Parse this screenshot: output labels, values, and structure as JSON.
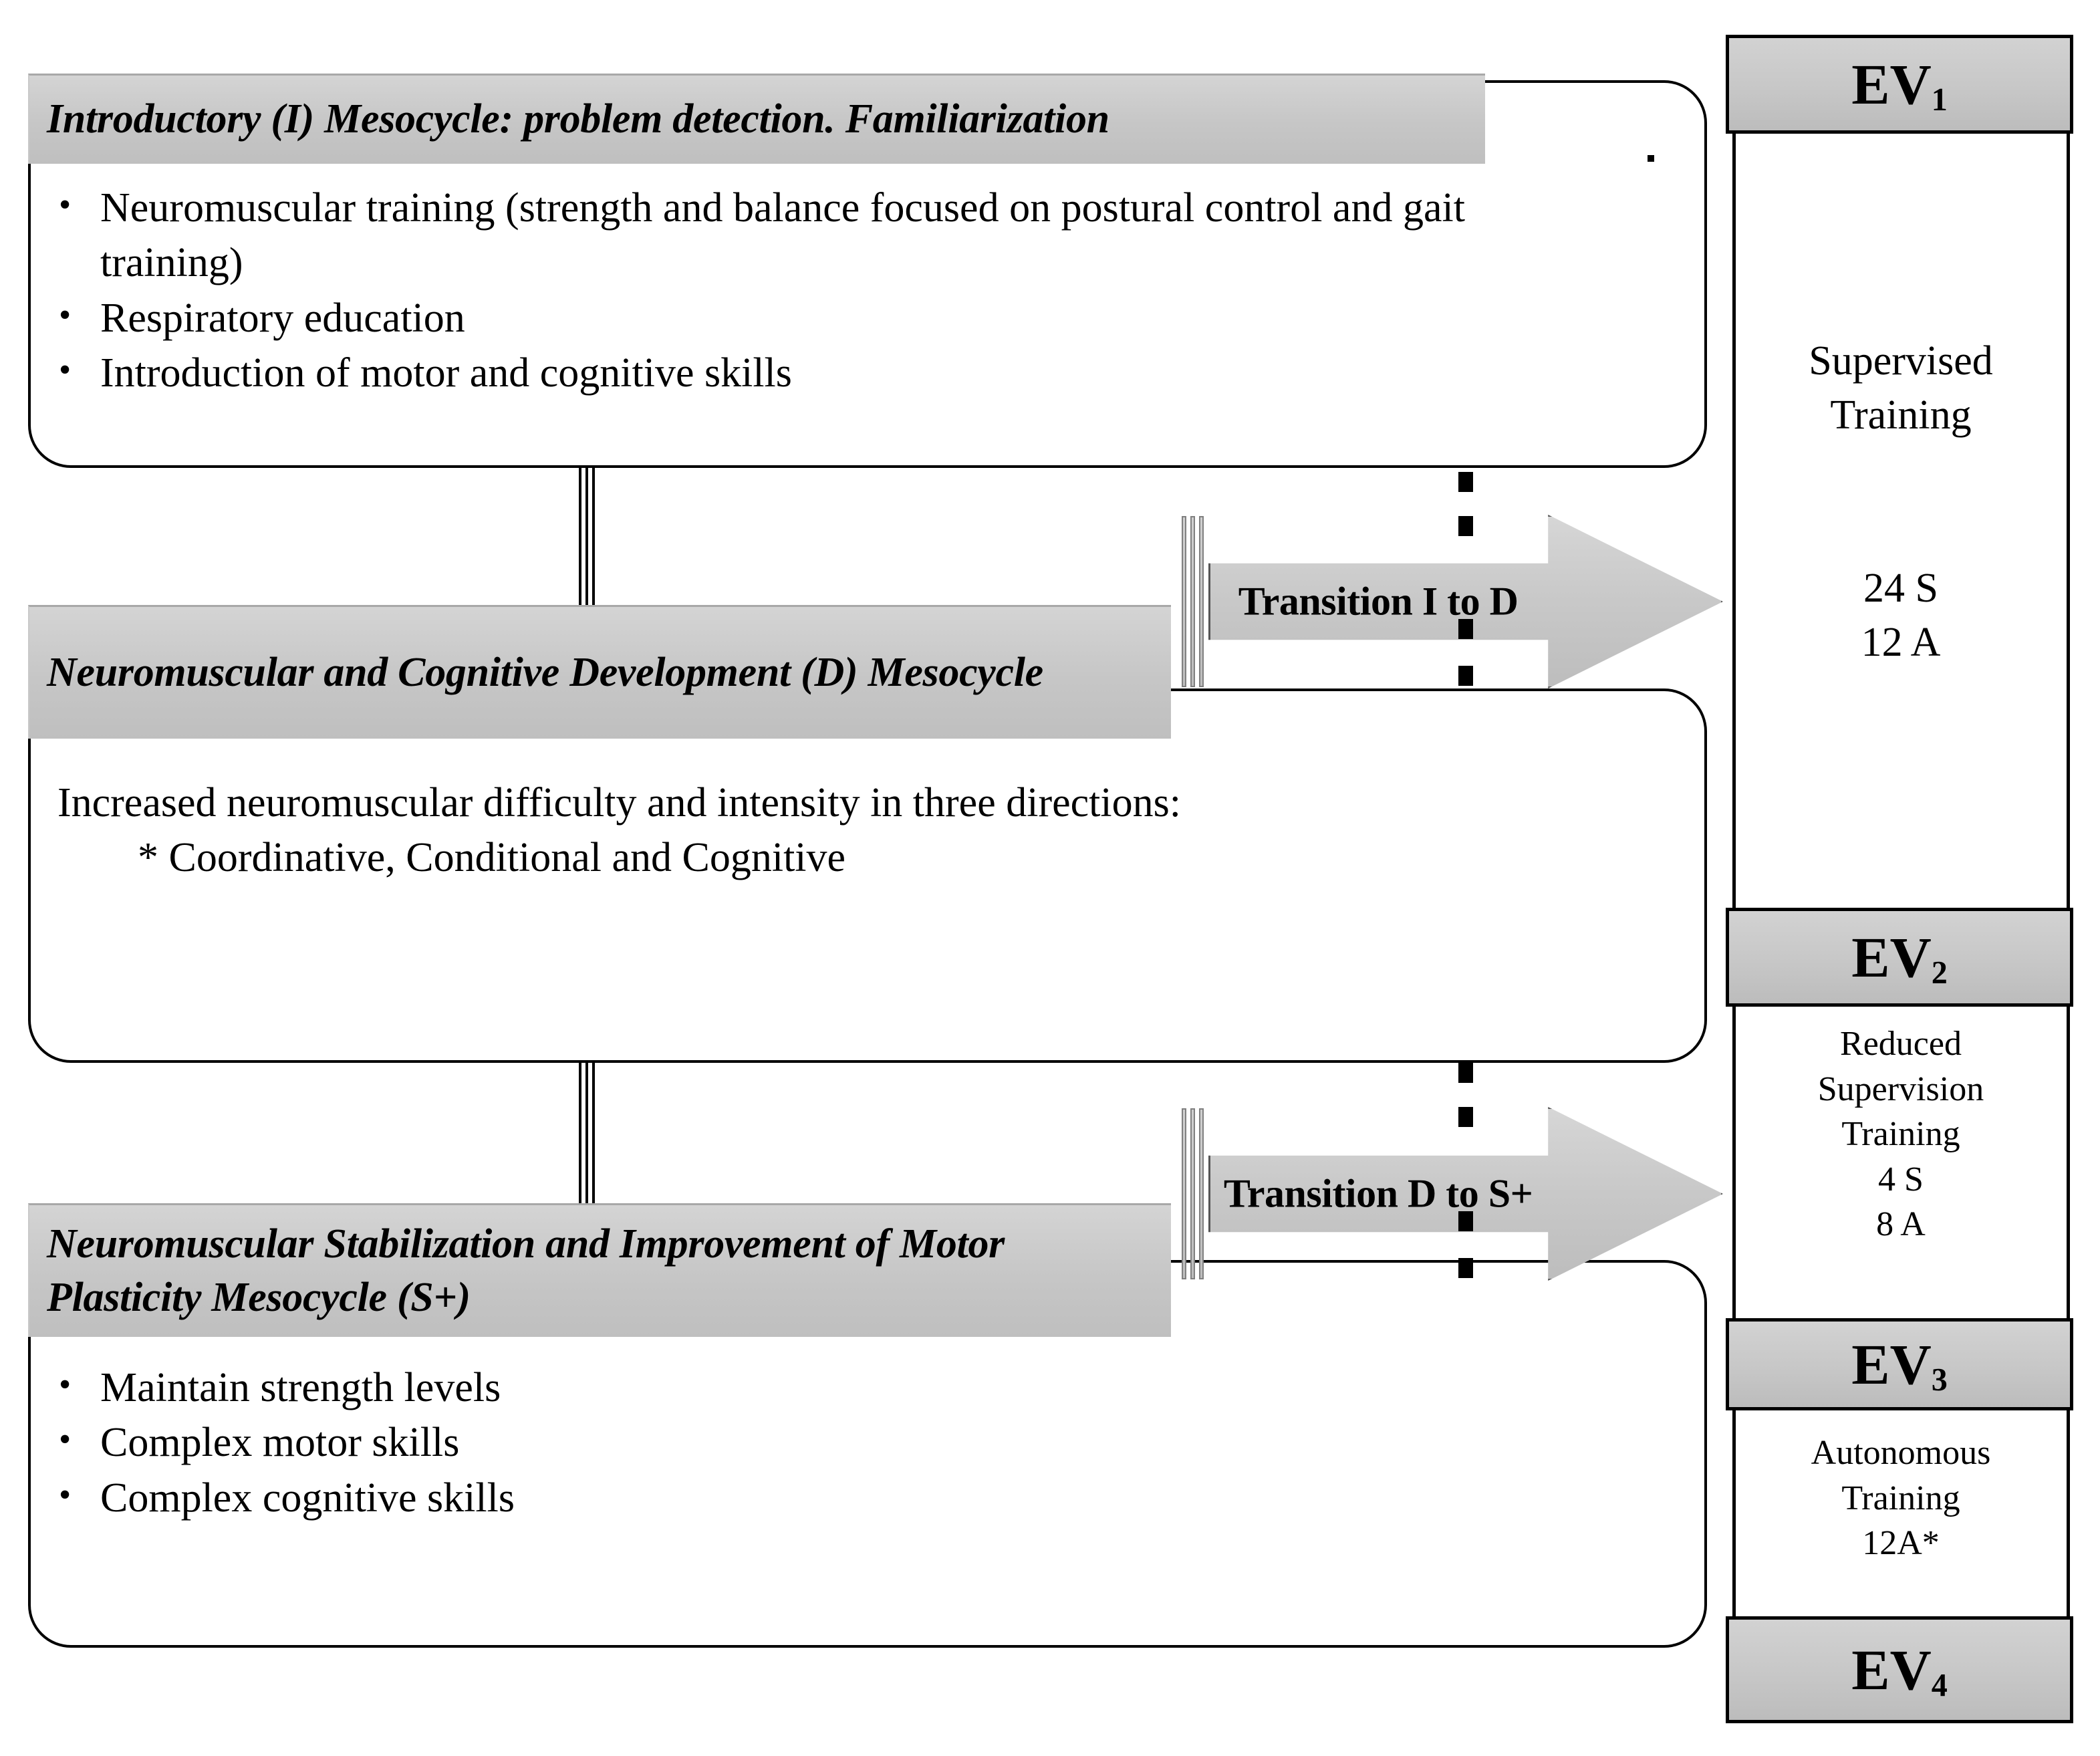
{
  "diagram": {
    "title": "Training mesocycle progression with evaluation points",
    "accent_gray": "#c6c6c6",
    "line_color": "#000000"
  },
  "mesocycles": [
    {
      "id": "introductory",
      "header": "Introductory (I) Mesocycle: problem detection. Familiarization",
      "bullets": [
        "Neuromuscular training (strength and balance focused on postural control and gait training)",
        "Respiratory education",
        "Introduction of motor and cognitive skills"
      ],
      "lines": []
    },
    {
      "id": "development",
      "header": "Neuromuscular and Cognitive Development (D) Mesocycle",
      "bullets": [],
      "lines": [
        "Increased neuromuscular difficulty and intensity in three directions:",
        "* Coordinative, Conditional and Cognitive"
      ]
    },
    {
      "id": "stabilization",
      "header": "Neuromuscular Stabilization and Improvement of Motor Plasticity Mesocycle (S+)",
      "bullets": [
        "Maintain strength levels",
        "Complex motor skills",
        "Complex cognitive skills"
      ],
      "lines": []
    }
  ],
  "transitions": [
    {
      "id": "i-to-d",
      "label": "Transition I to D"
    },
    {
      "id": "d-to-splus",
      "label": "Transition D to S+"
    }
  ],
  "evaluation_column": {
    "bands": [
      {
        "id": "ev1",
        "label": "EV",
        "subscript": "1"
      },
      {
        "id": "ev2",
        "label": "EV",
        "subscript": "2"
      },
      {
        "id": "ev3",
        "label": "EV",
        "subscript": "3"
      },
      {
        "id": "ev4",
        "label": "EV",
        "subscript": "4"
      }
    ],
    "phases": [
      {
        "id": "supervised",
        "name_line1": "Supervised",
        "name_line2": "Training",
        "sessions": "24 S",
        "adherence": "12 A"
      },
      {
        "id": "reduced-supervision",
        "name_line1": "Reduced",
        "name_line2": "Supervision",
        "name_line3": "Training",
        "sessions": "4 S",
        "adherence": "8 A"
      },
      {
        "id": "autonomous",
        "name_line1": "Autonomous",
        "name_line2": "Training",
        "sessions": "12A*"
      }
    ]
  }
}
